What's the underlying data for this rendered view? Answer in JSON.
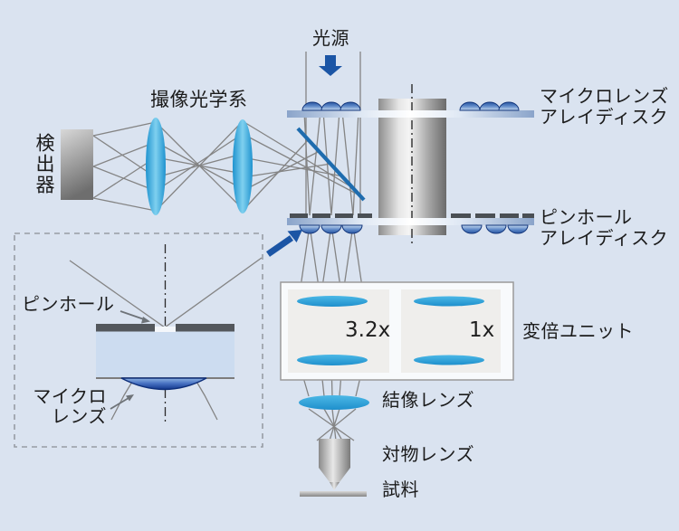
{
  "diagram": {
    "title_meaning": "confocal-scanner-optical-path",
    "labels": {
      "light_source": "光源",
      "imaging_optics": "撮像光学系",
      "detector": "検出器",
      "microlens_disk_line1": "マイクロレンズ",
      "microlens_disk_line2": "アレイディスク",
      "pinhole_disk_line1": "ピンホール",
      "pinhole_disk_line2": "アレイディスク",
      "inset_pinhole": "ピンホール",
      "inset_microlens_line1": "マイクロ",
      "inset_microlens_line2": "レンズ",
      "mag_high": "3.2x",
      "mag_low": "1x",
      "mag_unit": "変倍ユニット",
      "tube_lens": "結像レンズ",
      "objective_lens": "対物レンズ",
      "sample": "試料"
    },
    "colors": {
      "background": "#dae3f0",
      "accent_blue_arrow": "#1b55a5",
      "beam_splitter_blue": "#1e6cae",
      "lens_cyan": "#2aa6dc",
      "ray_gray": "#848484",
      "microlens_navy": "#2a56a2",
      "label_text": "#1b1b1b"
    }
  }
}
